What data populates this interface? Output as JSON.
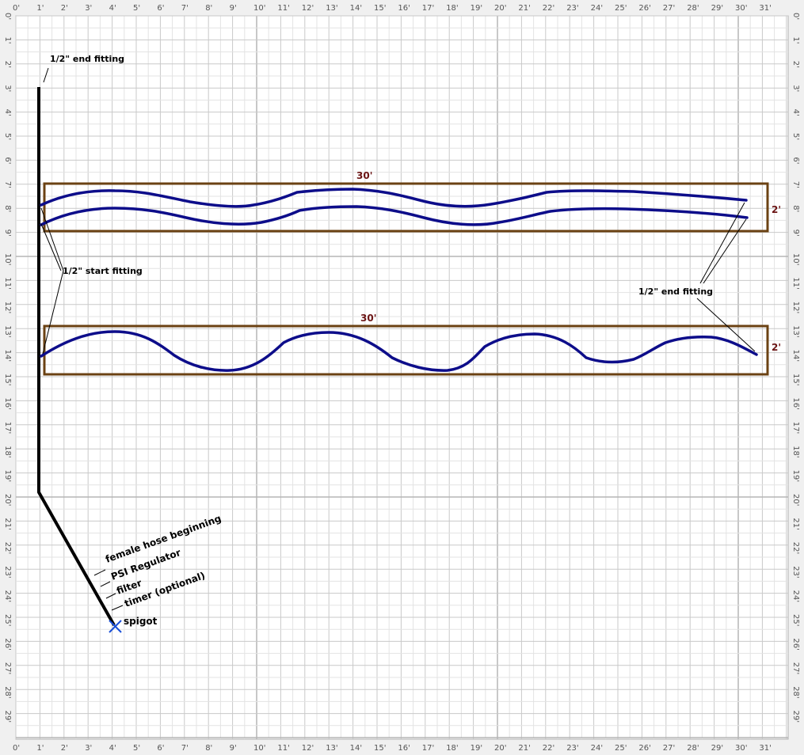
{
  "ruler": {
    "top_ticks": [
      "0'",
      "1'",
      "2'",
      "3'",
      "4'",
      "5'",
      "6'",
      "7'",
      "8'",
      "9'",
      "10'",
      "11'",
      "12'",
      "13'",
      "14'",
      "15'",
      "16'",
      "17'",
      "18'",
      "19'",
      "20'",
      "21'",
      "22'",
      "23'",
      "24'",
      "25'",
      "26'",
      "27'",
      "28'",
      "29'",
      "30'",
      "31'"
    ],
    "side_ticks": [
      "0'",
      "1'",
      "2'",
      "3'",
      "4'",
      "5'",
      "6'",
      "7'",
      "8'",
      "9'",
      "10'",
      "11'",
      "12'",
      "13'",
      "14'",
      "15'",
      "16'",
      "17'",
      "18'",
      "19'",
      "20'",
      "21'",
      "22'",
      "23'",
      "24'",
      "25'",
      "26'",
      "27'",
      "28'",
      "29'"
    ]
  },
  "beds": [
    {
      "length_label": "30'",
      "width_label": "2'"
    },
    {
      "length_label": "30'",
      "width_label": "2'"
    }
  ],
  "labels": {
    "end_fitting_top": "1/2\" end fitting",
    "start_fitting": "1/2\" start fitting",
    "end_fitting_right": "1/2\" end fitting",
    "spigot": "spigot",
    "female_hose": "female hose beginning",
    "psi_regulator": "PSI Regulator",
    "filter": "filter",
    "timer": "timer (optional)"
  },
  "colors": {
    "bed": "#6b4213",
    "hose": "#0d0d8a",
    "main_line": "#000000",
    "dimension_text": "#6b1414",
    "grid_minor": "#e3e3e3",
    "grid_major": "#c9c9c9",
    "ruler_bg": "#f0f0f0"
  }
}
